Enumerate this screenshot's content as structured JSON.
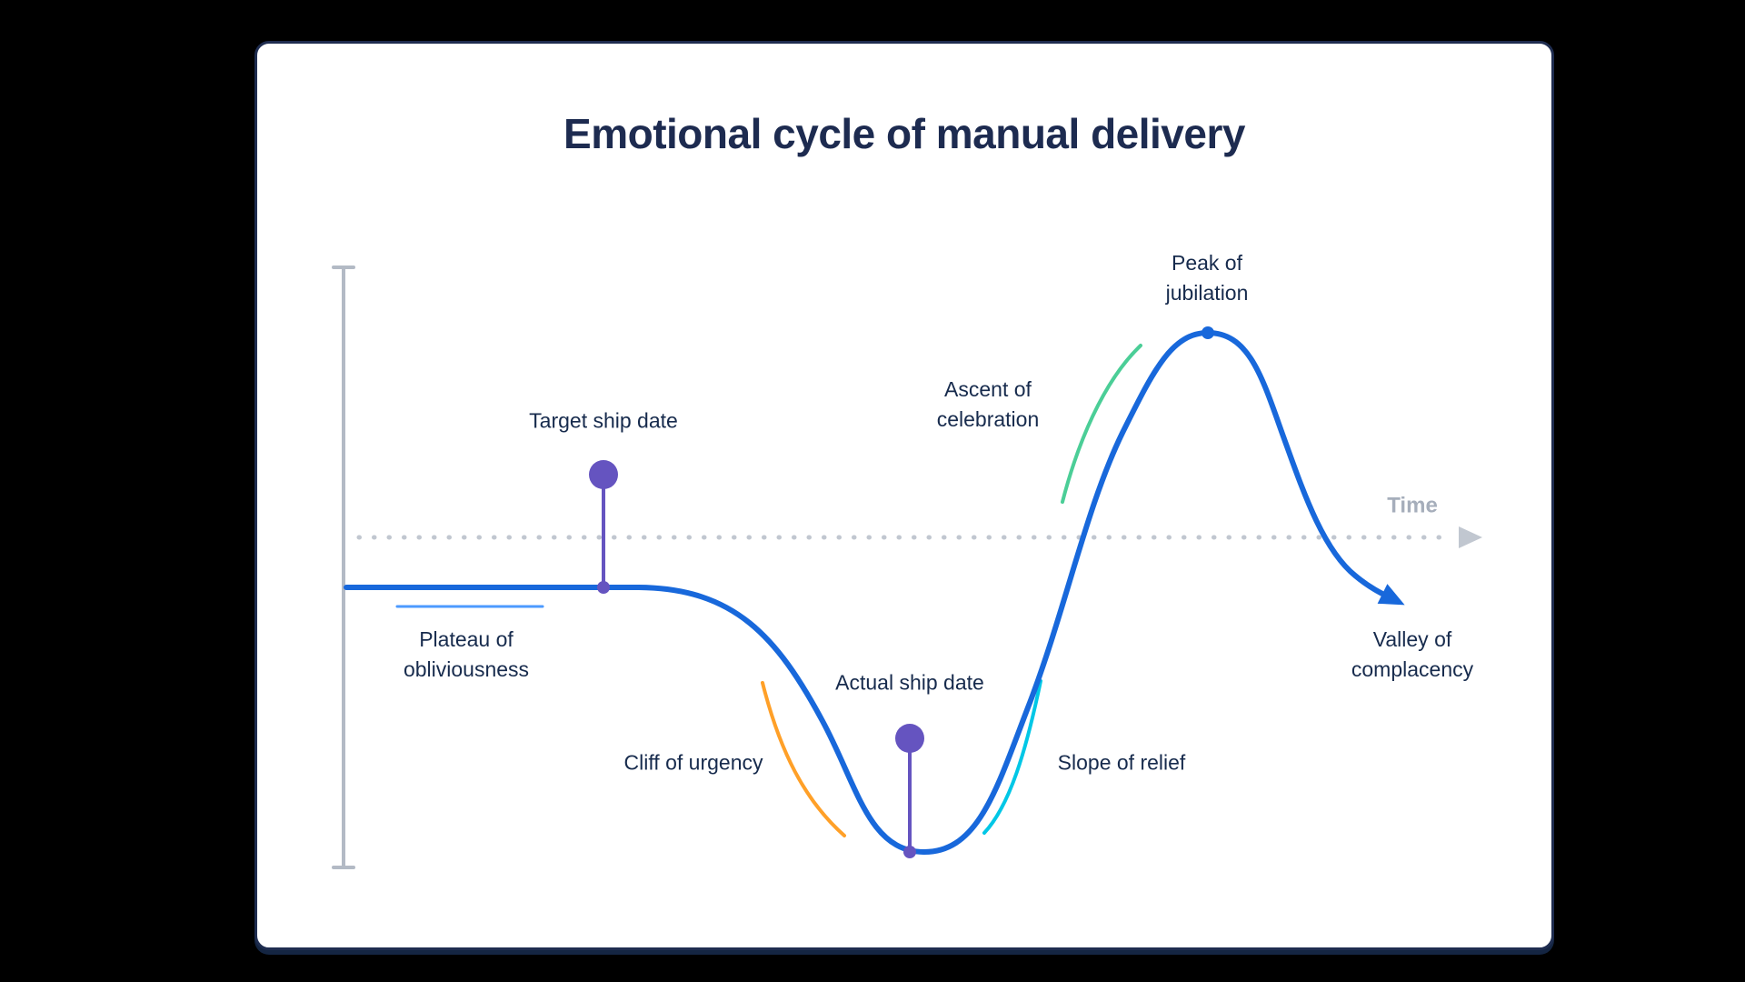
{
  "title": "Emotional cycle of manual delivery",
  "time_axis": {
    "label": "Time"
  },
  "annotations": {
    "plateau": {
      "line1": "Plateau of",
      "line2": "obliviousness"
    },
    "target_ship_date": "Target ship date",
    "cliff": "Cliff of urgency",
    "actual_ship_date": "Actual ship date",
    "slope_of_relief": "Slope of relief",
    "ascent": {
      "line1": "Ascent of",
      "line2": "celebration"
    },
    "peak": {
      "line1": "Peak of",
      "line2": "jubilation"
    },
    "valley": {
      "line1": "Valley of",
      "line2": "complacency"
    }
  },
  "colors": {
    "curve": "#1868db",
    "peak_dot": "#1868db",
    "plateau_underline": "#4c9aff",
    "cliff": "#ffa028",
    "relief": "#00c7e6",
    "ascent": "#4bce97",
    "pin": "#6554c0",
    "axis": "#b3bac5",
    "dotted": "#c1c7d0",
    "time_label": "#a6aebb",
    "text": "#172b4d",
    "card_background": "#ffffff",
    "page_background": "#000000"
  }
}
